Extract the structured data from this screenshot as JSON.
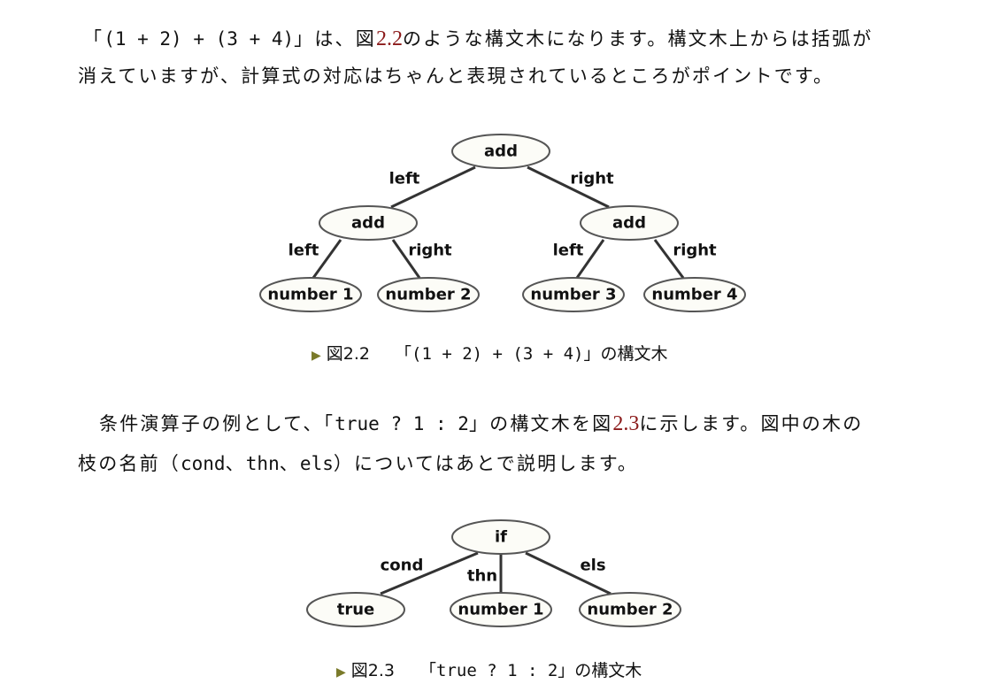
{
  "para1": {
    "l1_a": "「",
    "l1_code": "(1 + 2) + (3 + 4)",
    "l1_b": "」は、図",
    "l1_ref": "2.2",
    "l1_c": "のような構文木になります。構文木上からは括弧が",
    "l2": "消えていますが、計算式の対応はちゃんと表現されているところがポイントです。"
  },
  "fig1": {
    "nodes": [
      "add",
      "add",
      "add",
      "number 1",
      "number 2",
      "number 3",
      "number 4"
    ],
    "edges": [
      "left",
      "right",
      "left",
      "right",
      "left",
      "right"
    ],
    "caption": {
      "num": "図2.2",
      "a": "「",
      "code": "(1 + 2) + (3 + 4)",
      "b": "」の構文木"
    }
  },
  "para2": {
    "l1_a": "条件演算子の例として、「",
    "l1_code": "true ? 1 : 2",
    "l1_b": "」の構文木を図",
    "l1_ref": "2.3",
    "l1_c": "に示します。図中の木の",
    "l2_a": "枝の名前（",
    "l2_c1": "cond",
    "l2_s1": "、",
    "l2_c2": "thn",
    "l2_s2": "、",
    "l2_c3": "els",
    "l2_b": "）についてはあとで説明します。"
  },
  "fig2": {
    "nodes": [
      "if",
      "true",
      "number 1",
      "number 2"
    ],
    "edges": [
      "cond",
      "thn",
      "els"
    ],
    "caption": {
      "num": "図2.3",
      "a": "「",
      "code": "true ? 1 : 2",
      "b": "」の構文木"
    }
  },
  "colors": {
    "ref": "#8b1a1a",
    "marker": "#7a7a2a"
  }
}
